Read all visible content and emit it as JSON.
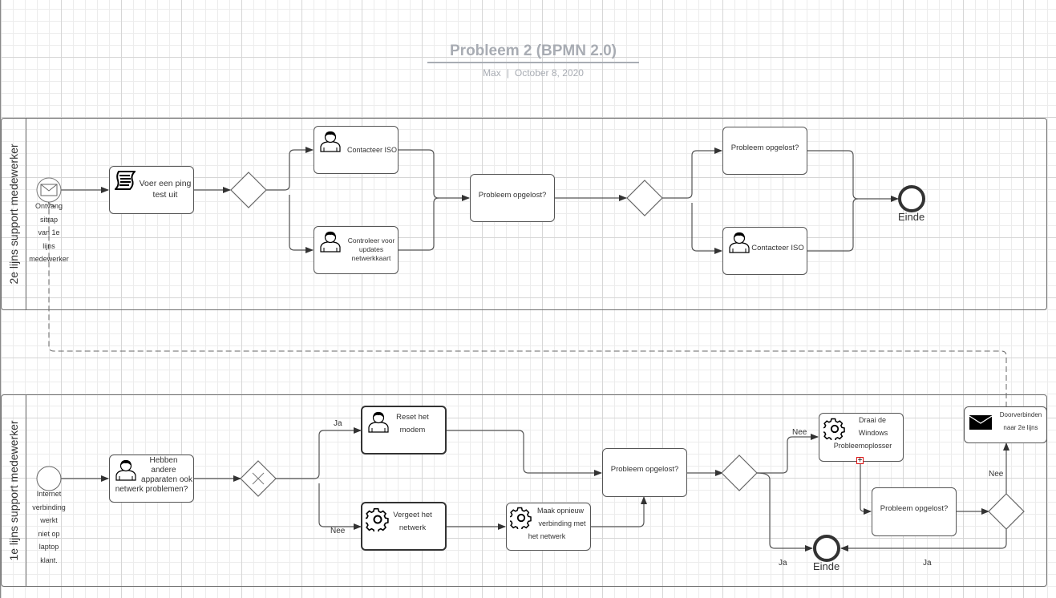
{
  "header": {
    "title": "Probleem 2 (BPMN 2.0)",
    "author": "Max",
    "separator": "|",
    "date": "October 8, 2020"
  },
  "lanes": [
    {
      "label": "2e lijns support medewerker",
      "start_event": {
        "type": "message-start",
        "label_lines": [
          "Ontvang",
          "sitrap",
          "van 1e",
          "lijns",
          "medewerker"
        ]
      },
      "tasks": [
        {
          "id": "ping",
          "icon": "script-icon",
          "label": "Voer een ping test uit"
        },
        {
          "id": "iso1",
          "icon": "user-icon",
          "label": "Contacteer ISO"
        },
        {
          "id": "updates",
          "icon": "user-icon",
          "label": "Controleer voor updates netwerkkaart"
        },
        {
          "id": "check1",
          "icon": "",
          "label": "Probleem opgelost?"
        },
        {
          "id": "check2",
          "icon": "",
          "label": "Probleem opgelost?"
        },
        {
          "id": "iso2",
          "icon": "user-icon",
          "label": "Contacteer ISO"
        }
      ],
      "gateways": [
        {
          "id": "g1",
          "type": "gateway"
        },
        {
          "id": "g2",
          "type": "gateway"
        }
      ],
      "end_event": {
        "label": "Einde"
      }
    },
    {
      "label": "1e lijns support medewerker",
      "start_event": {
        "type": "start",
        "label_lines": [
          "Internet",
          "verbinding",
          "werkt",
          "niet op",
          "laptop",
          "klant."
        ]
      },
      "tasks": [
        {
          "id": "andere",
          "icon": "user-icon",
          "label_lines": [
            "Hebben",
            "andere",
            "apparaten ook",
            "netwerk problemen?"
          ]
        },
        {
          "id": "reset",
          "icon": "user-icon",
          "label_lines": [
            "Reset het",
            "modem"
          ]
        },
        {
          "id": "vergeet",
          "icon": "gear-icon",
          "label_lines": [
            "Vergeet het",
            "netwerk"
          ]
        },
        {
          "id": "opnieuw",
          "icon": "gear-icon",
          "label_lines": [
            "Maak opnieuw",
            "verbinding met",
            "het netwerk"
          ]
        },
        {
          "id": "check3",
          "icon": "",
          "label": "Probleem opgelost?"
        },
        {
          "id": "windows",
          "icon": "gear-icon",
          "label_lines": [
            "Draai de",
            "Windows",
            "Probleemoplosser"
          ],
          "collapsed_subprocess_marker": "+"
        },
        {
          "id": "check4",
          "icon": "",
          "label": "Probleem opgelost?"
        },
        {
          "id": "doorverbinden",
          "icon": "envelope-icon",
          "label_lines": [
            "Doorverbinden",
            "naar 2e lijns"
          ]
        }
      ],
      "gateways": [
        {
          "id": "g3",
          "type": "exclusive-gateway"
        },
        {
          "id": "g4",
          "type": "gateway"
        },
        {
          "id": "g5",
          "type": "gateway"
        }
      ],
      "flow_labels": {
        "ja_reset": "Ja",
        "nee_vergeet": "Nee",
        "nee_windows": "Nee",
        "ja_end": "Ja",
        "nee_door": "Nee",
        "ja_end2": "Ja"
      },
      "end_event": {
        "label": "Einde"
      }
    }
  ]
}
